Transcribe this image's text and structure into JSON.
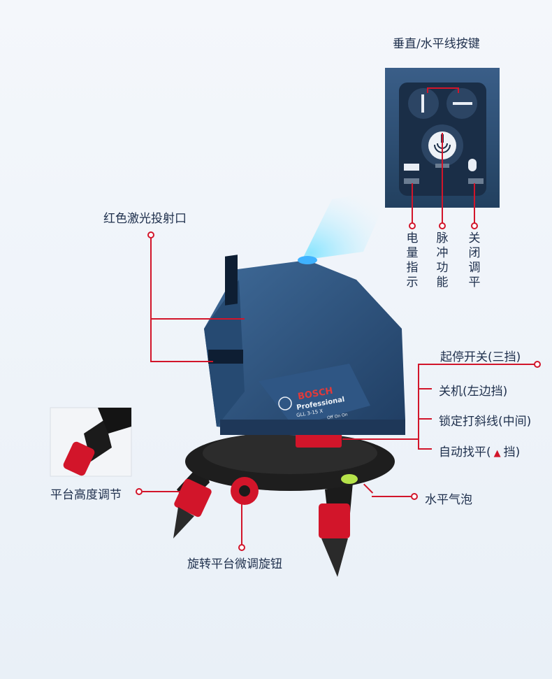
{
  "labels": {
    "vertical_horizontal_buttons": "垂直/水平线按键",
    "red_laser_window": "红色激光投射口",
    "battery_indicator": "电量指示",
    "pulse_function": "脉冲功能",
    "close_leveling": "关闭调平",
    "start_stop_switch": "起停开关(三挡)",
    "off_left": "关机(左边挡)",
    "lock_slope": "锁定打斜线(中间)",
    "auto_level_prefix": "自动找平(",
    "auto_level_symbol": "▲",
    "auto_level_suffix": "挡)",
    "platform_height": "平台高度调节",
    "level_bubble": "水平气泡",
    "rotate_platform": "旋转平台微调旋钮"
  },
  "device": {
    "brand": "BOSCH",
    "line": "Professional",
    "model": "GLL 3-15 X",
    "switch_marks": "Off  On  On"
  },
  "colors": {
    "accent_red": "#d2152a",
    "device_blue": "#2b4f78",
    "text_dark": "#1e2f4c"
  }
}
